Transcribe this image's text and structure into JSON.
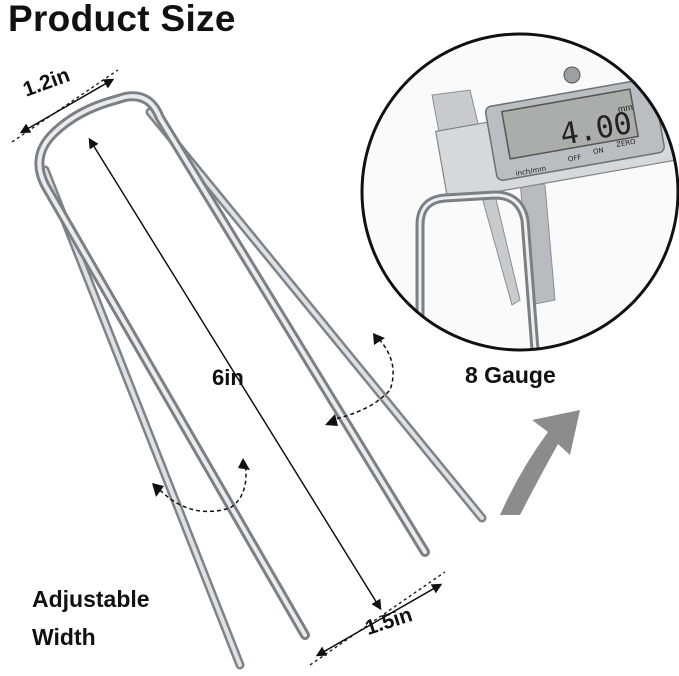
{
  "title": "Product Size",
  "dimensions": {
    "top_width": "1.2in",
    "length": "6in",
    "bottom_width": "1.5in"
  },
  "gauge_label": "8 Gauge",
  "adjustable_label": {
    "line1": "Adjustable",
    "line2": "Width"
  },
  "caliper": {
    "reading": "4.00",
    "unit": "mm",
    "buttons": [
      "inch/mm",
      "OFF",
      "ON",
      "ZERO"
    ]
  },
  "colors": {
    "arrow_gray": "#8c8c8c",
    "metal": "#bfc3c6"
  }
}
